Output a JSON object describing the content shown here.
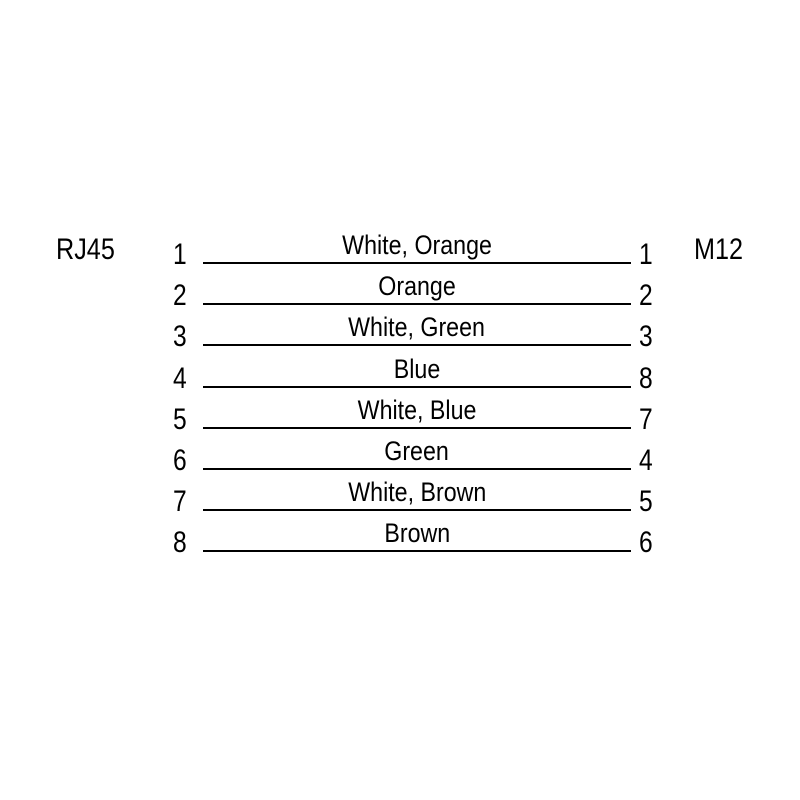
{
  "diagram": {
    "type": "pinout-wiring-diagram",
    "left_connector": "RJ45",
    "right_connector": "M12",
    "line_color": "#000000",
    "background_color": "#ffffff",
    "rows": [
      {
        "left_pin": "1",
        "right_pin": "1",
        "wire": "White, Orange"
      },
      {
        "left_pin": "2",
        "right_pin": "2",
        "wire": "Orange"
      },
      {
        "left_pin": "3",
        "right_pin": "3",
        "wire": "White, Green"
      },
      {
        "left_pin": "4",
        "right_pin": "8",
        "wire": "Blue"
      },
      {
        "left_pin": "5",
        "right_pin": "7",
        "wire": "White, Blue"
      },
      {
        "left_pin": "6",
        "right_pin": "4",
        "wire": "Green"
      },
      {
        "left_pin": "7",
        "right_pin": "5",
        "wire": "White, Brown"
      },
      {
        "left_pin": "8",
        "right_pin": "6",
        "wire": "Brown"
      }
    ]
  }
}
